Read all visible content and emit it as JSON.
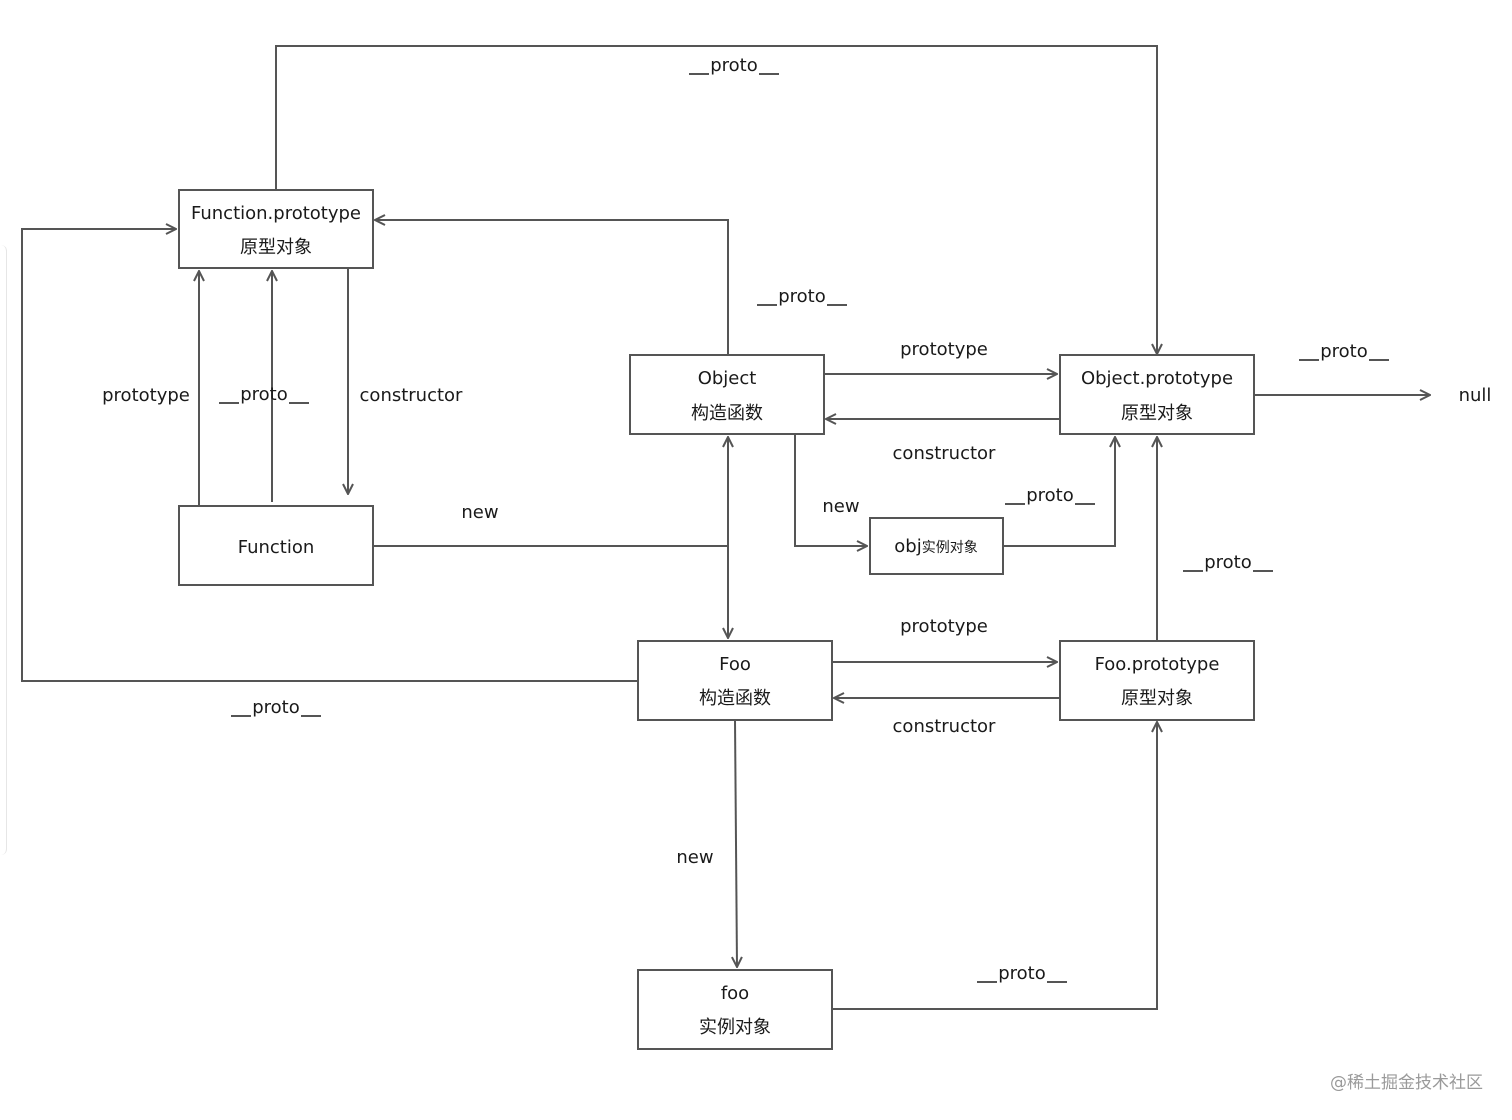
{
  "nodes": {
    "function_prototype": {
      "line1": "Function.prototype",
      "line2": "原型对象"
    },
    "function": {
      "line1": "Function"
    },
    "object": {
      "line1": "Object",
      "line2": "构造函数"
    },
    "object_prototype": {
      "line1": "Object.prototype",
      "line2": "原型对象"
    },
    "obj_instance": {
      "line1": "obj",
      "line1_suffix": "实例对象"
    },
    "foo": {
      "line1": "Foo",
      "line2": "构造函数"
    },
    "foo_prototype": {
      "line1": "Foo.prototype",
      "line2": "原型对象"
    },
    "foo_instance": {
      "line1": "foo",
      "line2": "实例对象"
    },
    "null_value": "null"
  },
  "labels": {
    "top_proto": "proto",
    "object_to_fnproto": "proto",
    "fn_prototype": "prototype",
    "fn_proto": "proto",
    "fn_constructor": "constructor",
    "function_new": "new",
    "object_prototype_link": "prototype",
    "object_constructor_link": "constructor",
    "objproto_to_null": "proto",
    "object_new": "new",
    "obj_proto": "proto",
    "fooproto_proto": "proto",
    "foo_prototype_link": "prototype",
    "foo_constructor_link": "constructor",
    "foo_proto_left": "proto",
    "foo_new": "new",
    "fooinstance_proto": "proto"
  },
  "watermark": "@稀土掘金技术社区",
  "colors": {
    "line": "#555555",
    "text": "#1a1a1a",
    "watermark": "#9a9a9a"
  }
}
